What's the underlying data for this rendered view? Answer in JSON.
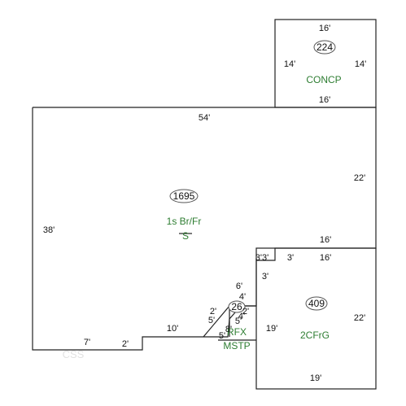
{
  "sections": {
    "concp": {
      "area": "224",
      "label": "CONCP"
    },
    "main": {
      "area": "1695",
      "label_line1": "1s Br/Fr",
      "label_line2": "S"
    },
    "garage": {
      "area": "409",
      "label": "2CFrG"
    },
    "stoop": {
      "area": "26",
      "label_line1": "RFX",
      "label_line2": "MSTP"
    }
  },
  "dimensions": {
    "concp_top": "16'",
    "concp_left": "14'",
    "concp_right": "14'",
    "concp_bottom": "16'",
    "main_top": "54'",
    "main_right": "22'",
    "main_left": "38'",
    "main_bottom_10": "10'",
    "main_bottom_2": "2'",
    "main_bottom_left": "7'",
    "garage_top": "16'",
    "garage_top2": "16'",
    "garage_3a": "3'",
    "garage_33": "3'3'",
    "garage_3b": "3'",
    "garage_right": "22'",
    "garage_left": "19'",
    "garage_bottom": "19'",
    "stoop_6": "6'",
    "stoop_4a": "4'",
    "stoop_2a": "2'",
    "stoop_2b": "2'",
    "stoop_4b": "4'",
    "stoop_5a": "5'",
    "stoop_5b": "5'",
    "stoop_8": "8'",
    "stoop_5c": "5'"
  },
  "watermark": "CSS"
}
